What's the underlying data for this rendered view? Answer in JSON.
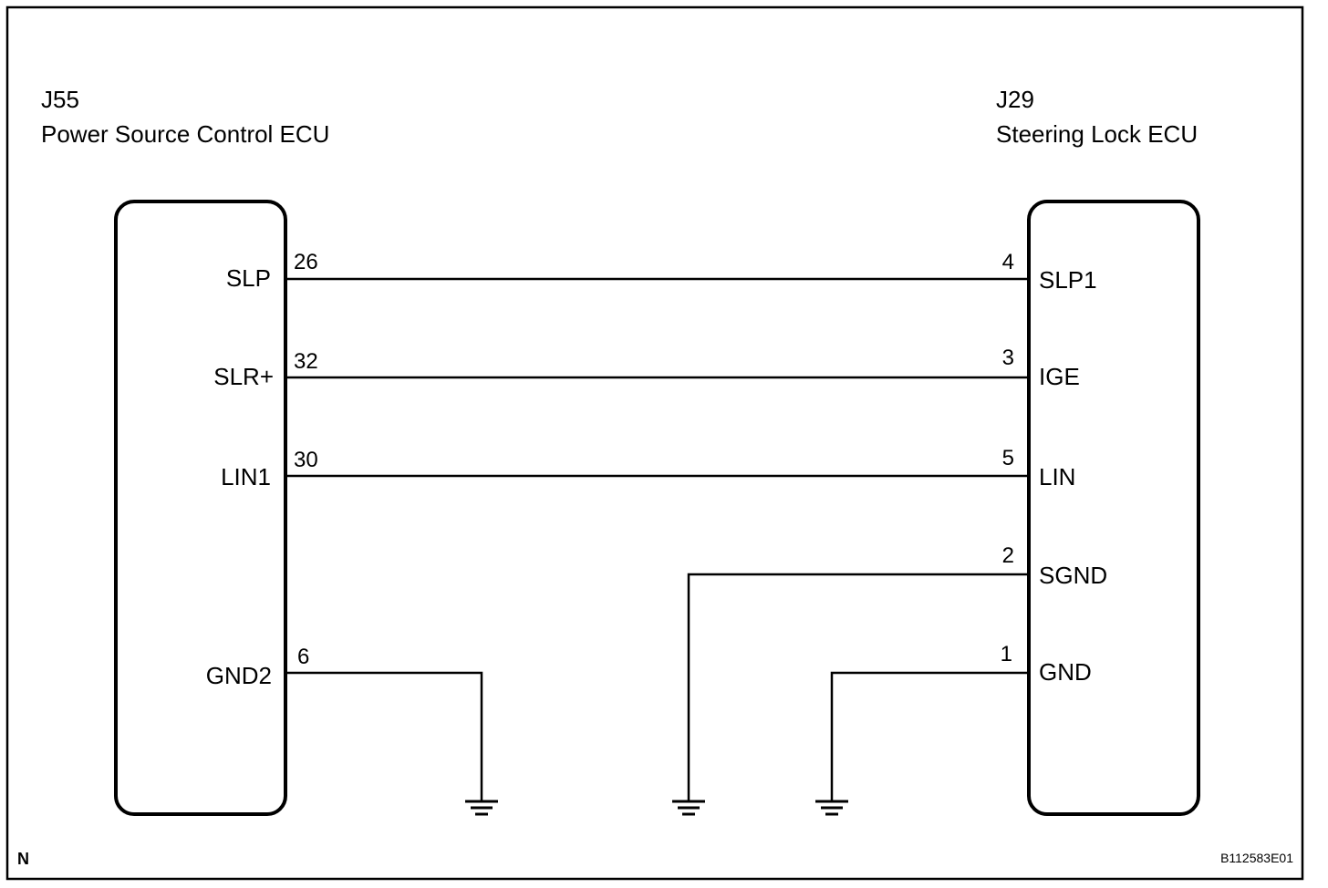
{
  "ecu_left": {
    "code": "J55",
    "name": "Power Source Control ECU",
    "terminals": [
      {
        "label": "SLP",
        "pin": "26"
      },
      {
        "label": "SLR+",
        "pin": "32"
      },
      {
        "label": "LIN1",
        "pin": "30"
      },
      {
        "label": "GND2",
        "pin": "6"
      }
    ]
  },
  "ecu_right": {
    "code": "J29",
    "name": "Steering Lock ECU",
    "terminals": [
      {
        "label": "SLP1",
        "pin": "4"
      },
      {
        "label": "IGE",
        "pin": "3"
      },
      {
        "label": "LIN",
        "pin": "5"
      },
      {
        "label": "SGND",
        "pin": "2"
      },
      {
        "label": "GND",
        "pin": "1"
      }
    ]
  },
  "footer": {
    "corner_mark": "N",
    "diagram_id": "B112583E01"
  },
  "icons": [
    "ground-symbol-icon"
  ]
}
